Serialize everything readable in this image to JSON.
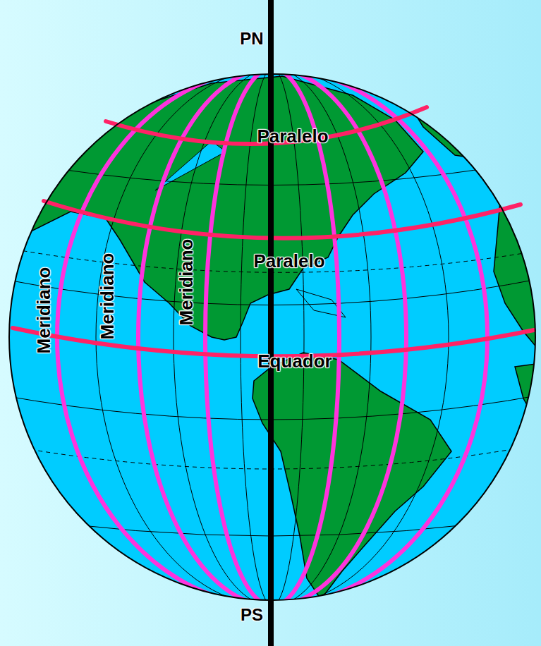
{
  "diagram": {
    "labels": [
      "PN",
      "Paralelo",
      "Meridiano",
      "Meridiano",
      "Meridiano",
      "Paralelo",
      "Equador",
      "PS"
    ]
  }
}
